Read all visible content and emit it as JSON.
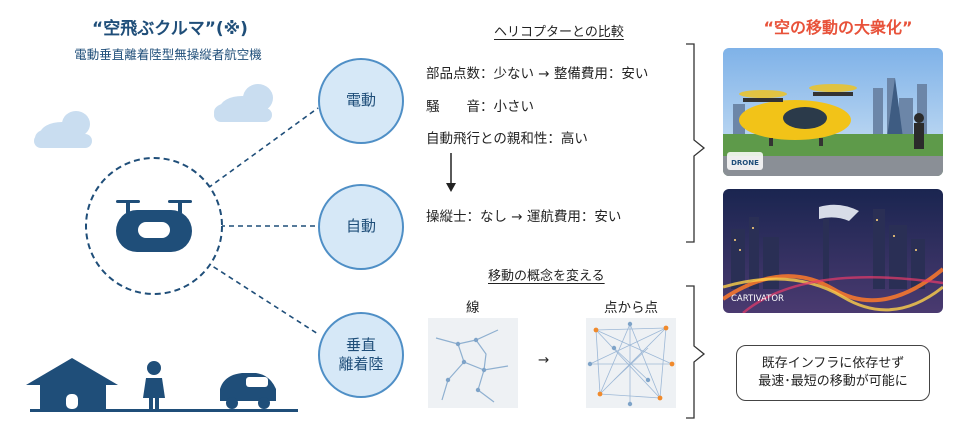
{
  "left": {
    "title": "“空飛ぶクルマ”(※)",
    "subtitle": "電動垂直離着陸型無操縦者航空機"
  },
  "circles": [
    {
      "label": "電動"
    },
    {
      "label": "自動"
    },
    {
      "label": "垂直\n離着陸"
    }
  ],
  "comparison": {
    "heading": "ヘリコプターとの比較",
    "line1": "部品点数：少ない → 整備費用：安い",
    "line2": "騒　　音：小さい",
    "line3": "自動飛行との親和性：高い",
    "line4": "操縦士：なし → 運航費用：安い"
  },
  "concept": {
    "heading": "移動の概念を変える",
    "label_line": "線",
    "label_point": "点から点",
    "arrow": "→"
  },
  "right": {
    "title": "“空の移動の大衆化”",
    "photo1_logo": "DRONE",
    "photo2_caption": "CARTIVATOR",
    "callout_line1": "既存インフラに依存せず",
    "callout_line2": "最速･最短の移動が可能に"
  },
  "colors": {
    "navy": "#1f4e79",
    "accent_red": "#e8523a",
    "circle_fill": "#d6e8f7",
    "circle_border": "#4f8fc6",
    "cloud": "#c9ddf0"
  }
}
